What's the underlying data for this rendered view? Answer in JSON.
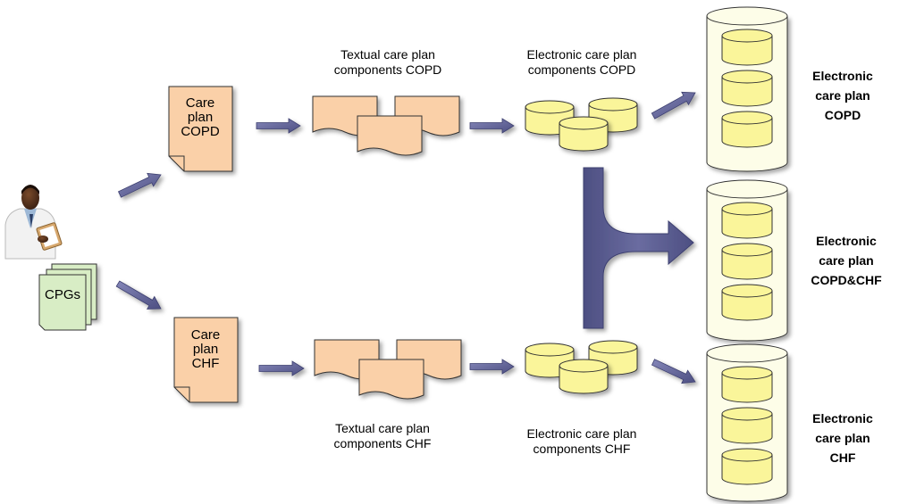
{
  "docs": {
    "copd_line1": "Care",
    "copd_line2": "plan",
    "copd_line3": "COPD",
    "chf_line1": "Care",
    "chf_line2": "plan",
    "chf_line3": "CHF",
    "cpgs": "CPGs"
  },
  "labels": {
    "textual_copd_1": "Textual care plan",
    "textual_copd_2": "components COPD",
    "electronic_copd_1": "Electronic care plan",
    "electronic_copd_2": "components COPD",
    "textual_chf_1": "Textual care plan",
    "textual_chf_2": "components CHF",
    "electronic_chf_1": "Electronic care plan",
    "electronic_chf_2": "components CHF"
  },
  "outputs": {
    "copd": [
      "Electronic",
      "care plan",
      "COPD"
    ],
    "merged": [
      "Electronic",
      "care plan",
      "COPD&CHF"
    ],
    "chf": [
      "Electronic",
      "care plan",
      "CHF"
    ]
  },
  "colors": {
    "document_fill": "#FAD0A8",
    "cpg_fill": "#D8EDC5",
    "database_fill": "#FAF59A",
    "container_fill": "#FDFDE8",
    "arrow_fill": "#585A8F"
  }
}
